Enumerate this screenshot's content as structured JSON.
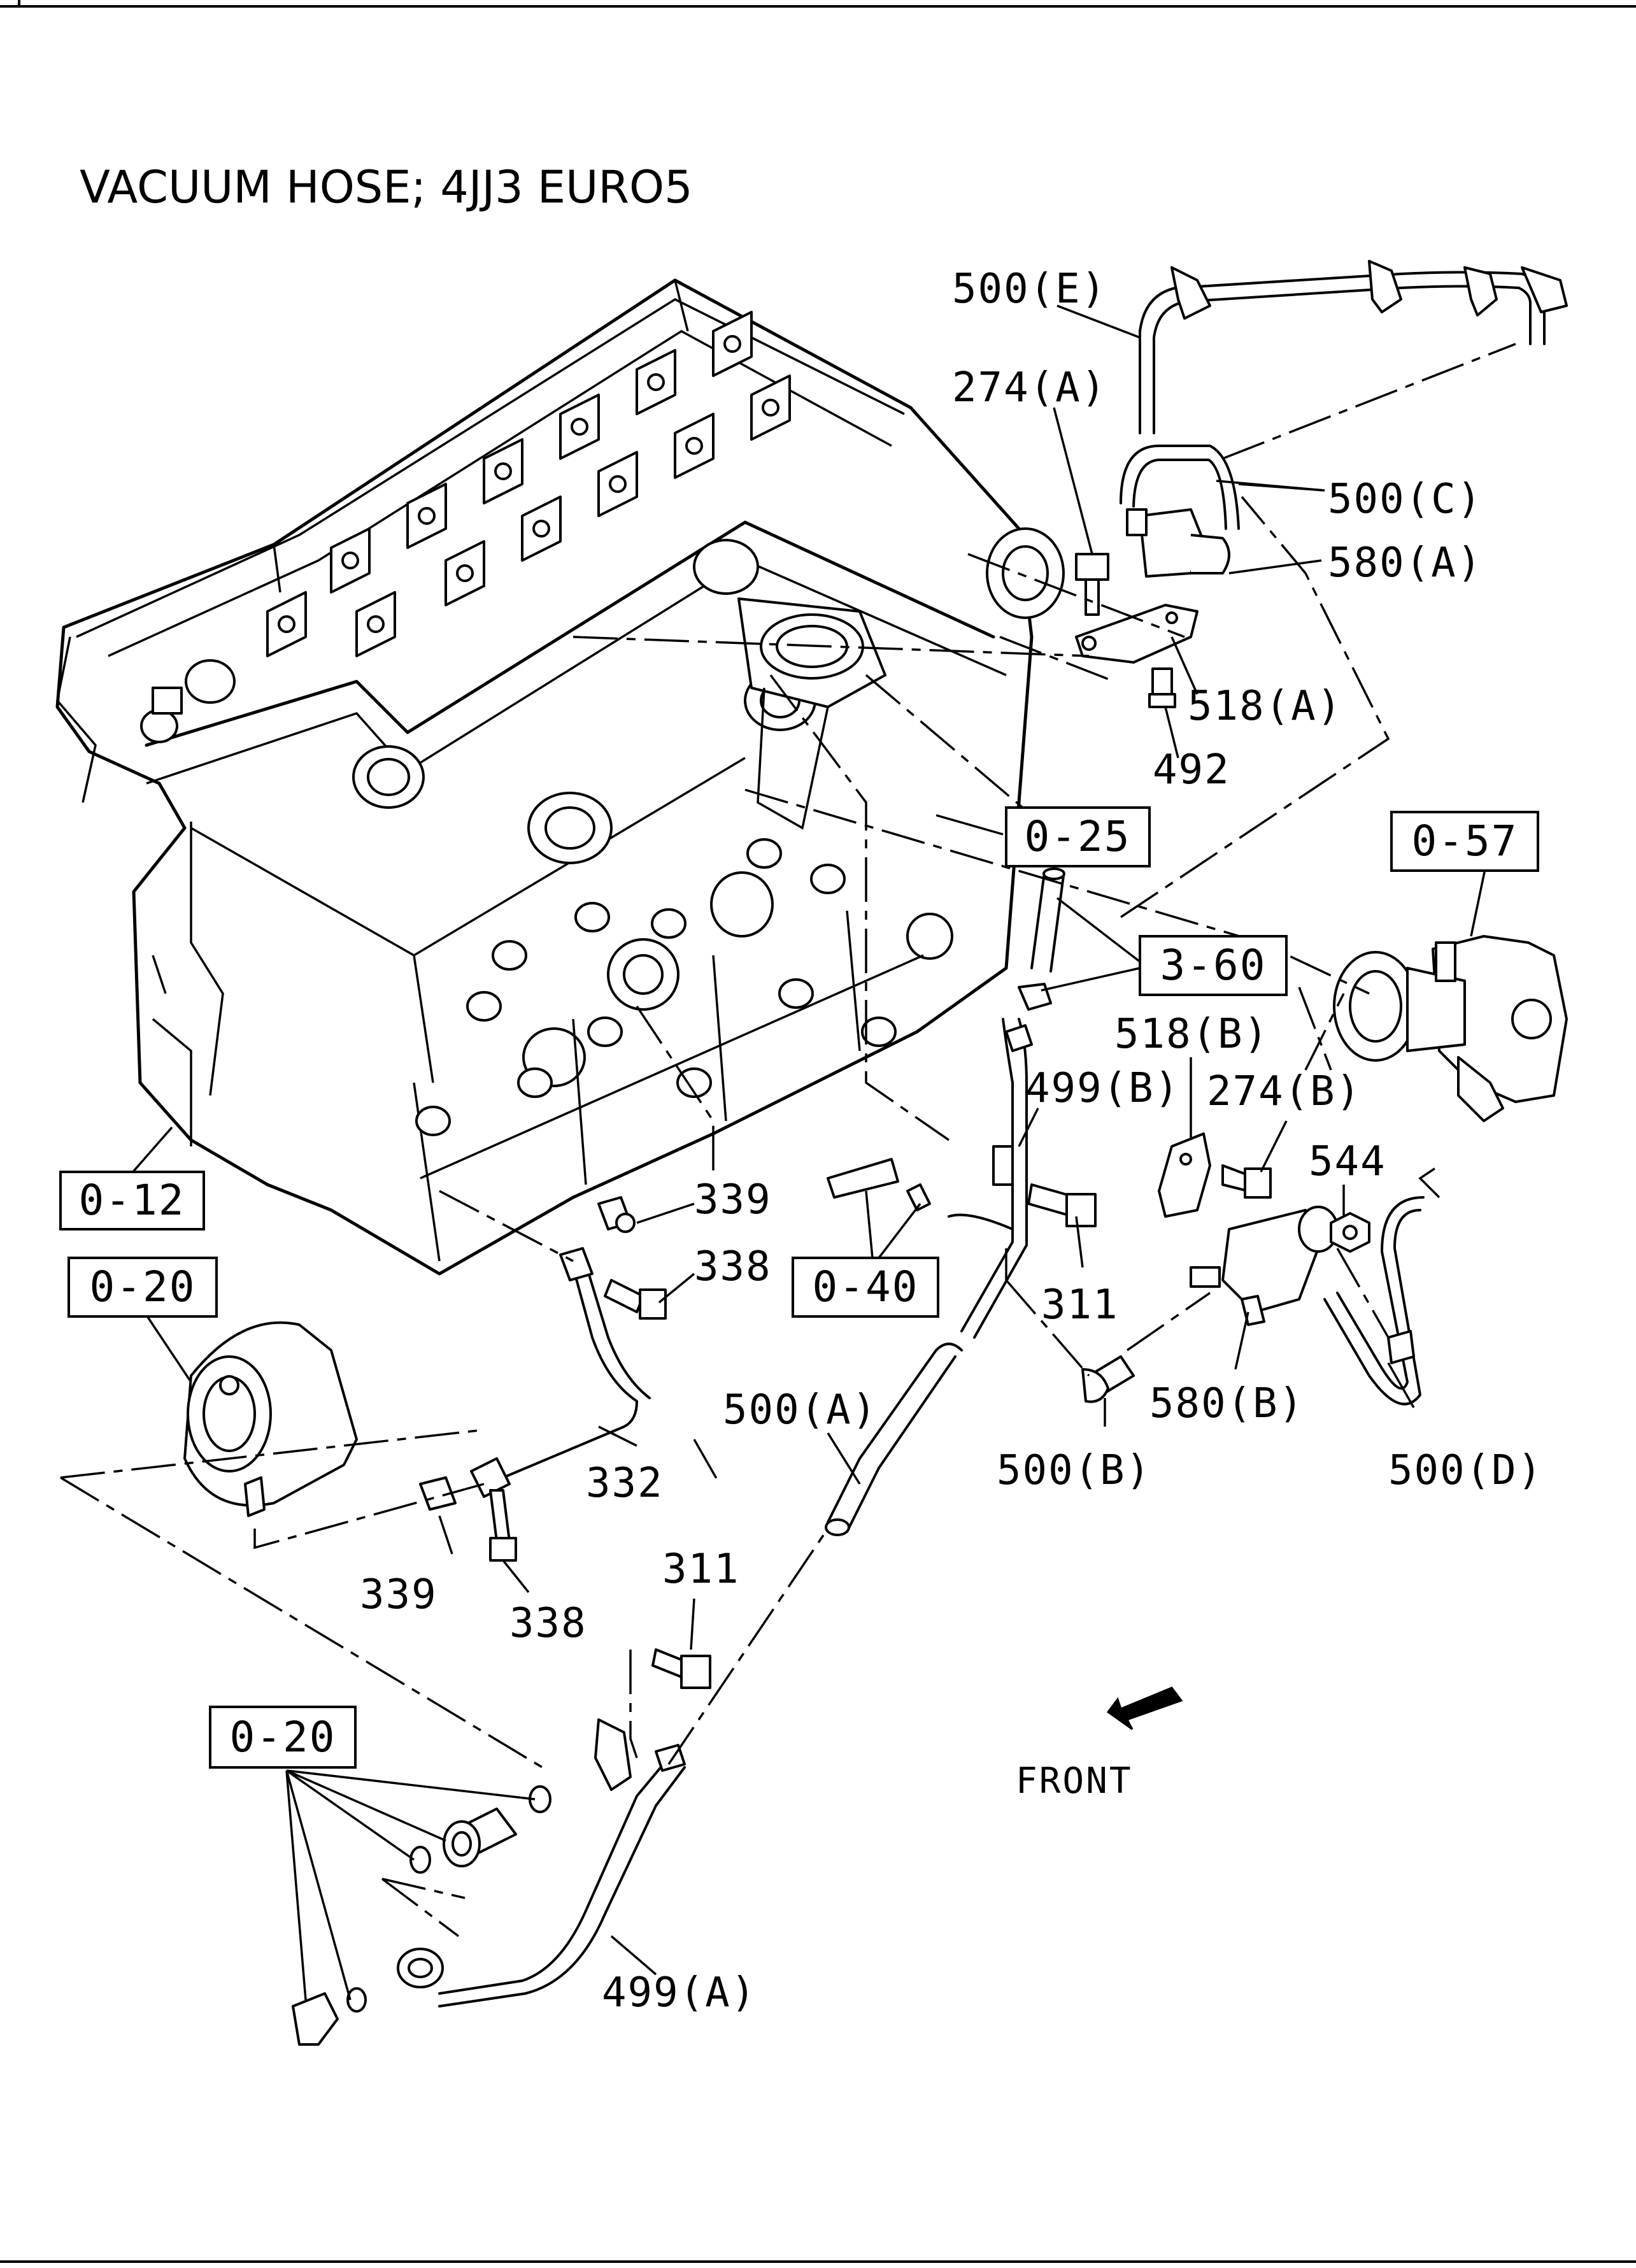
{
  "title": "VACUUM HOSE; 4JJ3 EURO5",
  "front_label": "FRONT",
  "refs": [
    {
      "label": "0-25"
    },
    {
      "label": "0-57"
    },
    {
      "label": "3-60"
    },
    {
      "label": "0-12"
    },
    {
      "label": "0-20"
    },
    {
      "label": "0-40"
    },
    {
      "label": "0-20"
    }
  ],
  "parts": [
    "500(E)",
    "274(A)",
    "500(C)",
    "580(A)",
    "518(A)",
    "492",
    "518(B)",
    "499(B)",
    "274(B)",
    "544",
    "339",
    "338",
    "311",
    "580(B)",
    "500(A)",
    "500(B)",
    "500(D)",
    "332",
    "339",
    "338",
    "311",
    "499(A)"
  ]
}
